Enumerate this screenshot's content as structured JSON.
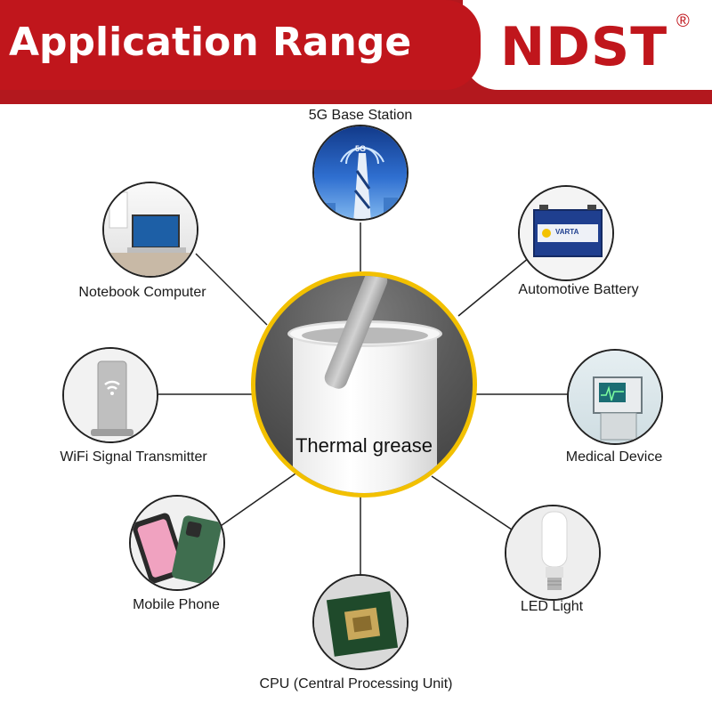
{
  "header": {
    "title": "Application Range",
    "brand": "NDST",
    "brand_mark": "®",
    "brand_color": "#c0161c"
  },
  "center": {
    "label": "Thermal grease",
    "ring_color": "#f2c000"
  },
  "applications": [
    {
      "id": "5g",
      "label": "5G Base Station",
      "icon": "5g-tower-icon",
      "badge": "5G"
    },
    {
      "id": "notebook",
      "label": "Notebook Computer",
      "icon": "laptop-icon"
    },
    {
      "id": "battery",
      "label": "Automotive Battery",
      "icon": "car-battery-icon",
      "badge": "VARTA"
    },
    {
      "id": "wifi",
      "label": "WiFi Signal Transmitter",
      "icon": "wifi-router-icon"
    },
    {
      "id": "medical",
      "label": "Medical Device",
      "icon": "medical-monitor-icon"
    },
    {
      "id": "phone",
      "label": "Mobile Phone",
      "icon": "smartphone-icon"
    },
    {
      "id": "led",
      "label": "LED Light",
      "icon": "led-bulb-icon"
    },
    {
      "id": "cpu",
      "label": "CPU (Central Processing Unit)",
      "icon": "cpu-chip-icon"
    }
  ]
}
